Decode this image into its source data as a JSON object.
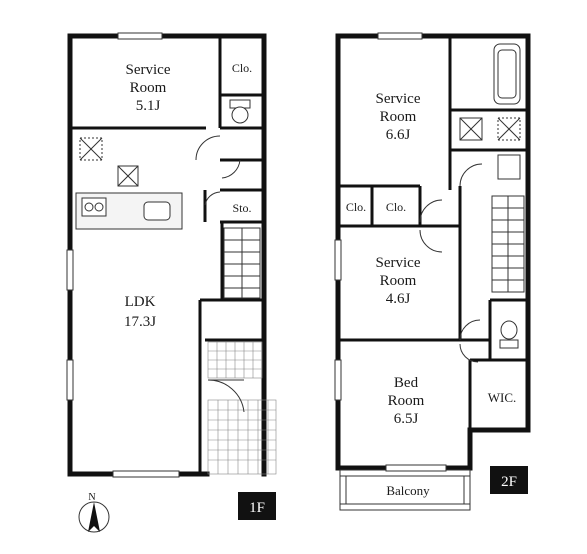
{
  "floor1": {
    "tag": "1F",
    "rooms": {
      "service": {
        "name_line1": "Service",
        "name_line2": "Room",
        "size": "5.1J"
      },
      "ldk": {
        "name": "LDK",
        "size": "17.3J"
      }
    },
    "closet": "Clo.",
    "storage": "Sto."
  },
  "floor2": {
    "tag": "2F",
    "rooms": {
      "service_a": {
        "name_line1": "Service",
        "name_line2": "Room",
        "size": "6.6J"
      },
      "service_b": {
        "name_line1": "Service",
        "name_line2": "Room",
        "size": "4.6J"
      },
      "bed": {
        "name_line1": "Bed",
        "name_line2": "Room",
        "size": "6.5J"
      }
    },
    "closet_a": "Clo.",
    "closet_b": "Clo.",
    "walk_in_closet": "WIC.",
    "balcony": "Balcony"
  },
  "compass": {
    "label": "N"
  },
  "colors": {
    "wall": "#111111",
    "tag_bg": "#111111",
    "grid": "#888888"
  }
}
